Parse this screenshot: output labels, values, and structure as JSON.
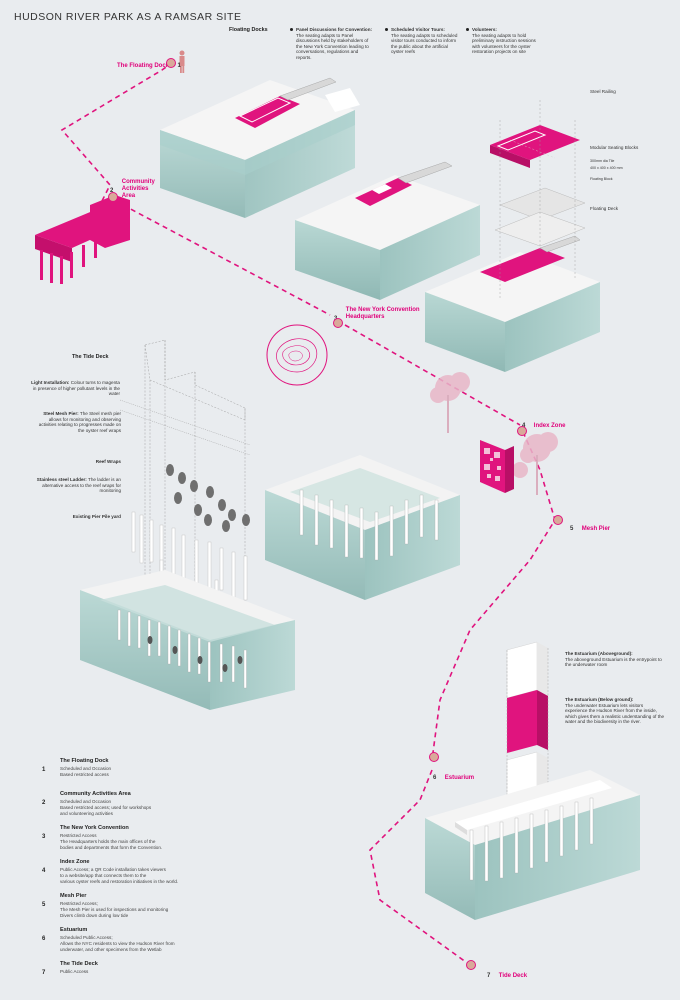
{
  "title": "HUDSON RIVER PARK AS A RAMSAR SITE",
  "colors": {
    "accent": "#e0147e",
    "water": "#a7cdc9",
    "block": "#f4f4f4",
    "stop_fill": "#d9a99a"
  },
  "floating_docks": {
    "heading": "Floating Docks",
    "bullets": [
      {
        "title": "Panel Discussions for Convention:",
        "body": "The seating adapts to Panel discussions held by stakeholders of the New York Convention leading to conversations, regulations and reports."
      },
      {
        "title": "Scheduled Visitor Tours:",
        "body": "The seating adapts to scheduled visitor tours conducted to inform the public about the artificial oyster reefs"
      },
      {
        "title": "Volunteers:",
        "body": "The seating adapts to hold preliminary instruction sessions with volunteers for the oyster restoration projects on site"
      }
    ],
    "exploded_labels": {
      "steel_railing": "Steel Railing",
      "modular_seating": "Modular Seating Blocks",
      "tile_1": "300mm dia Tile",
      "tile_2": "400 x 400 x 400 mm",
      "floating_block": "Floating Block",
      "floating_deck": "Floating Deck"
    }
  },
  "stops": [
    {
      "num": "1",
      "label": "The Floating Dock"
    },
    {
      "num": "2",
      "label": "Community Activities Area"
    },
    {
      "num": "3",
      "label": "The New York Convention Headquarters"
    },
    {
      "num": "4",
      "label": "Index Zone"
    },
    {
      "num": "5",
      "label": "Mesh Pier"
    },
    {
      "num": "6",
      "label": "Estuarium"
    },
    {
      "num": "7",
      "label": "Tide Deck"
    }
  ],
  "tide_deck": {
    "heading": "The Tide Deck",
    "annotations": [
      {
        "title": "Light Installation:",
        "body": "Colour turns to magenta in presence of higher pollutant levels in the water"
      },
      {
        "title": "Steel Mesh Pier:",
        "body": "The Steel mesh pier allows for monitoring and observing activities relating to progresses made on the oyster reef wraps"
      },
      {
        "title": "Reef Wraps",
        "body": ""
      },
      {
        "title": "Stainless steel Ladder:",
        "body": "The ladder is an alternative access to the reef wraps for monitoring"
      },
      {
        "title": "Existing Pier Pile yard",
        "body": ""
      }
    ]
  },
  "estuarium": {
    "above": {
      "title": "The Estuarium (Aboveground):",
      "body": "The aboveground Estuarium is the entrypoint to the underwater room"
    },
    "below": {
      "title": "The Estuarium (Below ground):",
      "body": "The underwater Estuarium lets visitors experience the Hudson River from the inside, which gives them a realistic understanding of the water and the biodiversity in the river."
    }
  },
  "legend": [
    {
      "num": "1",
      "title": "The Floating Dock",
      "desc": "Scheduled and Occasion\nBased restricted access"
    },
    {
      "num": "2",
      "title": "Community Activities Area",
      "desc": "Scheduled and Occasion\nBased restricted access; used for workshops\nand volunteering activities"
    },
    {
      "num": "3",
      "title": "The New York Convention",
      "desc": "Restricted Access\nThe Headquarters holds the main offices of the\nbodies and departments that form the Convention."
    },
    {
      "num": "4",
      "title": "Index Zone",
      "desc": "Public Access; a QR Code installation takes  viewers\nto a website/app that connects them to the\nvarious oyster reefs and restoration initiatives in the world."
    },
    {
      "num": "5",
      "title": "Mesh Pier",
      "desc": "Restricted Access;\nThe Mesh Pier is used for inspections and monitoring\nDivers climb down during low tide"
    },
    {
      "num": "6",
      "title": "Estuarium",
      "desc": "Scheduled Public Access;\nAllows the NYC residents to view the Hudson River from\nunderwater, and other specimens from the Wetlab"
    },
    {
      "num": "7",
      "title": "The Tide Deck",
      "desc": "Public Access"
    }
  ]
}
